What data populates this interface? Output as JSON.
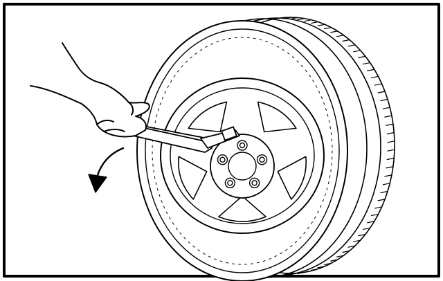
{
  "illustration": {
    "subject": "hand-turning-lug-wrench-on-wheel",
    "rotation_direction": "counterclockwise",
    "lug_nut_count": 5,
    "wheel_spoke_count": 5,
    "line_color": "#000000",
    "background_color": "#ffffff"
  }
}
